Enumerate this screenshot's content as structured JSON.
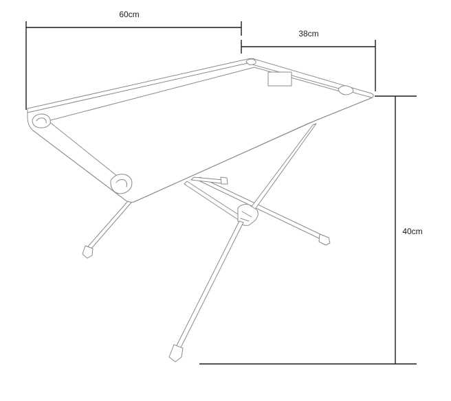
{
  "dimensions": {
    "width_label": "60cm",
    "depth_label": "38cm",
    "height_label": "40cm"
  },
  "illustration": {
    "subject": "folding-camp-table",
    "line_color": "#8a8a8a",
    "dimension_color": "#1a1a1a"
  }
}
